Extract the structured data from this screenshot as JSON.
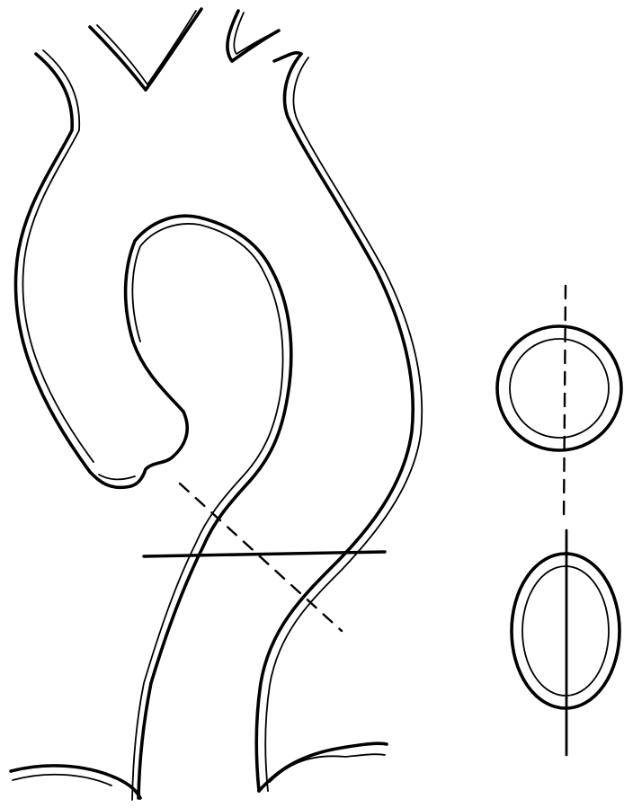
{
  "diagram": {
    "kind": "line-drawing",
    "labels": [],
    "colors": {
      "background": "#ffffff",
      "ink": "#000000"
    },
    "legend": [
      {
        "line_style": "solid",
        "cross_section": "oval"
      },
      {
        "line_style": "dashed",
        "cross_section": "round"
      }
    ]
  }
}
